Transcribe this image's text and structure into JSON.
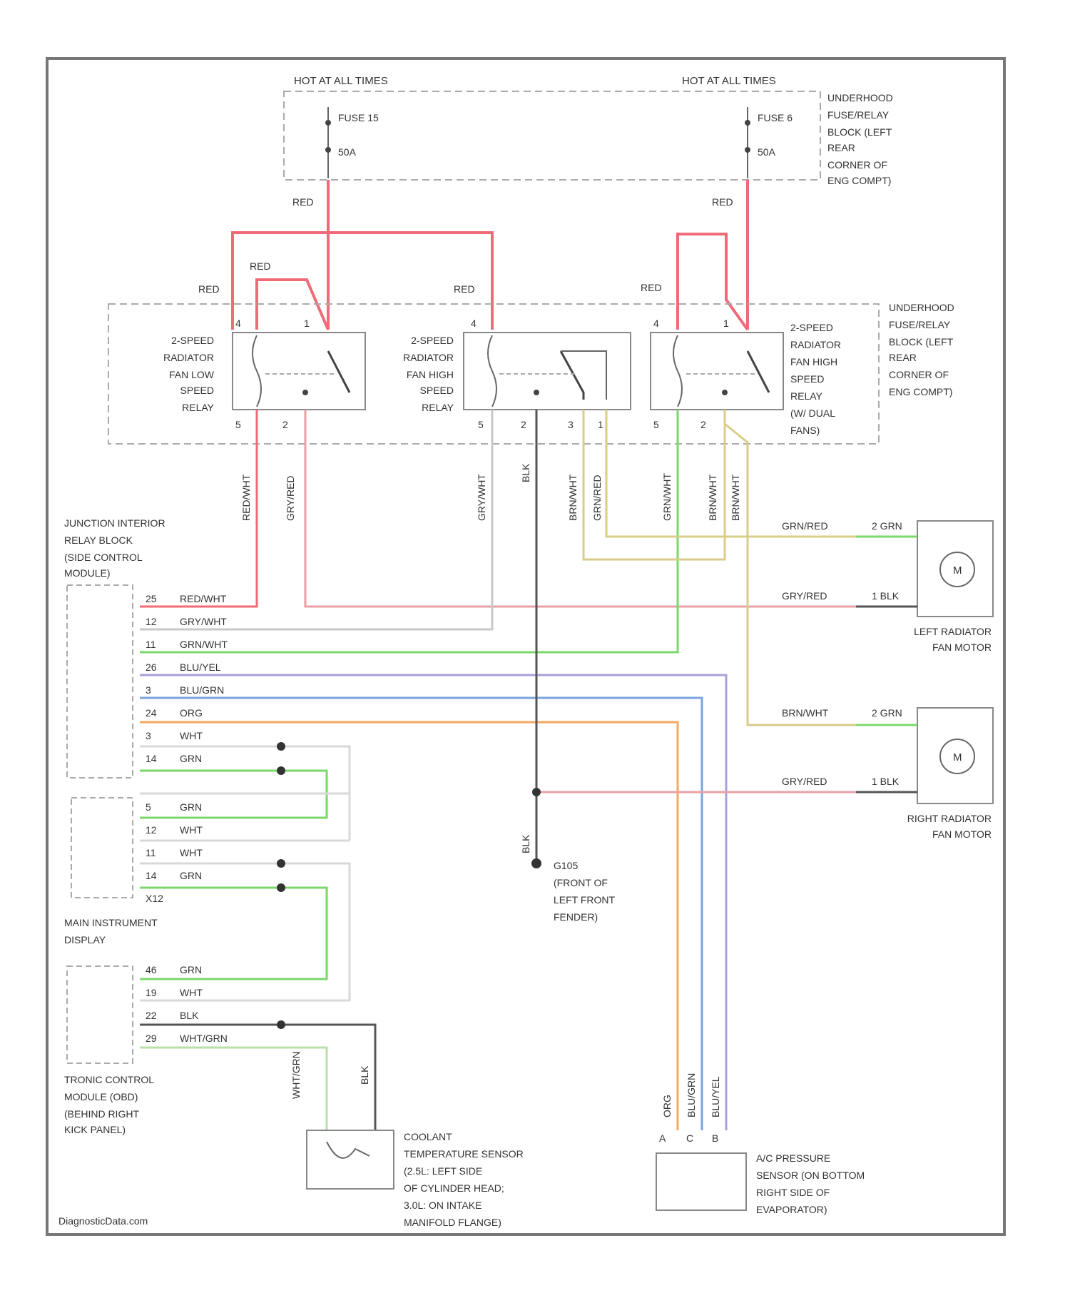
{
  "header": {
    "hot_left": "HOT AT ALL TIMES",
    "hot_right": "HOT AT ALL TIMES"
  },
  "fuse_block": {
    "label": [
      "UNDERHOOD",
      "FUSE/RELAY",
      "BLOCK (LEFT",
      "REAR",
      "CORNER OF",
      "ENG COMPT)"
    ],
    "fuse_left": {
      "name": "FUSE 15",
      "rating": "50A"
    },
    "fuse_right": {
      "name": "FUSE 6",
      "rating": "50A"
    }
  },
  "relay_block": {
    "label": [
      "UNDERHOOD",
      "FUSE/RELAY",
      "BLOCK (LEFT",
      "REAR",
      "CORNER OF",
      "ENG COMPT)"
    ]
  },
  "relays": {
    "low": {
      "label": [
        "2-SPEED",
        "RADIATOR",
        "FAN LOW",
        "SPEED",
        "RELAY"
      ]
    },
    "high": {
      "label": [
        "2-SPEED",
        "RADIATOR",
        "FAN HIGH",
        "SPEED",
        "RELAY"
      ]
    },
    "dual": {
      "label": [
        "2-SPEED",
        "RADIATOR",
        "FAN HIGH",
        "SPEED",
        "RELAY",
        "(W/ DUAL",
        "FANS)"
      ]
    }
  },
  "wires": {
    "red": "RED",
    "red_wht": "RED/WHT",
    "gry_red": "GRY/RED",
    "gry_wht": "GRY/WHT",
    "blk": "BLK",
    "brn_wht": "BRN/WHT",
    "grn_wht": "GRN/WHT",
    "grn_red": "GRN/RED",
    "wht_grn": "WHT/GRN",
    "org": "ORG",
    "blu_grn": "BLU/GRN",
    "blu_yel": "BLU/YEL",
    "grn": "GRN",
    "wht": "WHT"
  },
  "module_jb": {
    "label": [
      "JUNCTION INTERIOR",
      "RELAY BLOCK",
      "(SIDE CONTROL",
      "MODULE)"
    ],
    "pins": [
      {
        "pin": "25",
        "wire": "RED/WHT"
      },
      {
        "pin": "12",
        "wire": "GRY/WHT"
      },
      {
        "pin": "11",
        "wire": "GRN/WHT"
      },
      {
        "pin": "26",
        "wire": "BLU/YEL"
      },
      {
        "pin": "3",
        "wire": "BLU/GRN"
      },
      {
        "pin": "24",
        "wire": "ORG"
      },
      {
        "pin": "3",
        "wire": "WHT"
      },
      {
        "pin": "14",
        "wire": "GRN"
      }
    ]
  },
  "module_instr": {
    "label": [
      "MAIN INSTRUMENT",
      "DISPLAY"
    ],
    "pins": [
      {
        "pin": "5",
        "wire": "GRN"
      },
      {
        "pin": "12",
        "wire": "WHT"
      },
      {
        "pin": "11",
        "wire": "WHT"
      },
      {
        "pin": "14",
        "wire": "GRN"
      },
      {
        "pin": "X12",
        "wire": ""
      }
    ]
  },
  "module_ecm": {
    "label": [
      "TRONIC CONTROL",
      "MODULE (OBD)",
      "(BEHIND RIGHT",
      "KICK PANEL)"
    ],
    "pins": [
      {
        "pin": "46",
        "wire": "GRN"
      },
      {
        "pin": "19",
        "wire": "WHT"
      },
      {
        "pin": "22",
        "wire": "BLK"
      },
      {
        "pin": "29",
        "wire": "WHT/GRN"
      }
    ]
  },
  "ground": {
    "id": "G105",
    "label": [
      "(FRONT OF",
      "LEFT FRONT",
      "FENDER)"
    ]
  },
  "motors": {
    "left": {
      "label": [
        "LEFT RADIATOR",
        "FAN MOTOR"
      ],
      "symbol": "M",
      "pin2": "2 GRN",
      "pin1": "1 BLK"
    },
    "right": {
      "label": [
        "RIGHT RADIATOR",
        "FAN MOTOR"
      ],
      "symbol": "M",
      "pin2": "2 GRN",
      "pin1": "1 BLK"
    }
  },
  "coolant_sensor": {
    "label": [
      "COOLANT",
      "TEMPERATURE SENSOR",
      "(2.5L: LEFT SIDE",
      "OF CYLINDER HEAD;",
      "3.0L: ON INTAKE",
      "MANIFOLD FLANGE)"
    ]
  },
  "ac_sensor": {
    "label": [
      "A/C PRESSURE",
      "SENSOR (ON BOTTOM",
      "RIGHT SIDE OF",
      "EVAPORATOR)"
    ],
    "pins": [
      "A",
      "C",
      "B"
    ]
  },
  "relay_pins": {
    "p4": "4",
    "p1": "1",
    "p5": "5",
    "p2": "2",
    "p3": "3"
  },
  "colors": {
    "red": "#f06a78",
    "pink": "#e8a0a4",
    "green": "#7ad86a",
    "tan": "#d8cc88",
    "orange": "#f4a860",
    "blue": "#7aa4dc",
    "purple": "#a8a0d8",
    "gray": "#c8c8c8",
    "dark": "#555555"
  },
  "footer": {
    "credit": "DiagnosticData.com"
  }
}
